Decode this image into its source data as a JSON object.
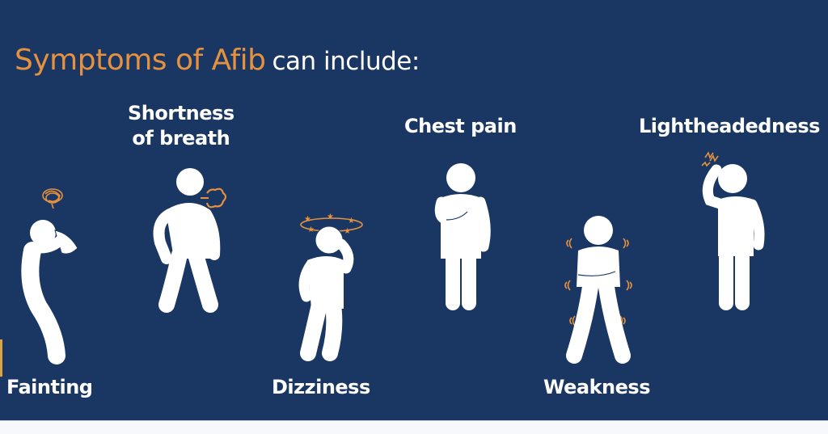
{
  "heading": {
    "accent_text": "Symptoms of Afib",
    "rest_text": "can include:"
  },
  "colors": {
    "background": "#1a3763",
    "accent": "#e6913f",
    "text": "#ffffff"
  },
  "symptoms": [
    {
      "label": "Fainting",
      "icon": "fainting-figure-icon"
    },
    {
      "label_line1": "Shortness",
      "label_line2": "of breath",
      "icon": "shortness-of-breath-figure-icon"
    },
    {
      "label": "Dizziness",
      "icon": "dizziness-figure-icon"
    },
    {
      "label": "Chest pain",
      "icon": "chest-pain-figure-icon"
    },
    {
      "label": "Weakness",
      "icon": "weakness-figure-icon"
    },
    {
      "label": "Lightheadedness",
      "icon": "lightheadedness-figure-icon"
    }
  ]
}
